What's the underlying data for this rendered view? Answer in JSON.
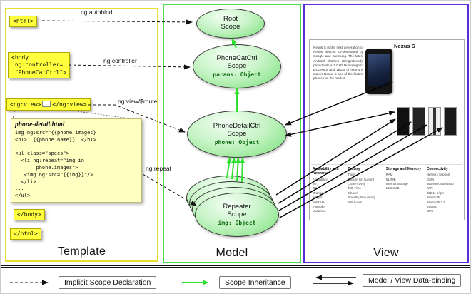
{
  "diagram": {
    "panels": {
      "template": "Template",
      "model": "Model",
      "view": "View"
    },
    "template": {
      "html_open": "<html>",
      "body_open": "<body\n ng:controller=\n \"PhoneCatCtrl\">",
      "ng_view_open": "<ng:view>",
      "ng_view_close": "</ng:view>",
      "code_title": "phone-detail.html",
      "code": "img ng:src=\"{{phone.images}\n<h1>  {{phone.name}}  </h1>\n...\n<ul class=\"specs\">\n  <li ng:repeat=\"img in\n       phone.images\">\n   <img ng:src=\"{{img}}\"/>\n  </li>\n...\n</ul>",
      "body_close": "</body>",
      "html_close": "</html>"
    },
    "arrow_labels": {
      "autobind": "ng:autobind",
      "controller": "ng:controller",
      "view_route": "ng:view/$route",
      "repeat": "ng:repeat"
    },
    "model": {
      "root_scope": {
        "name": "Root\nScope"
      },
      "phonecat_scope": {
        "name": "PhoneCatCtrl\nScope",
        "prop": "params: Object"
      },
      "phonedetail_scope": {
        "name": "PhoneDetailCtrl\nScope",
        "prop": "phone: Object"
      },
      "repeater_scope": {
        "name": "Repeater\nScope",
        "prop": "img: Object"
      }
    },
    "view": {
      "title": "Nexus S",
      "description": "Nexus S is the next generation of Nexus devices co-developed by Google and Samsung. The latest Android platform (Gingerbread), paired with a 1 GHz Hummingbird processor and 16GB of memory, makes Nexus S one of the fastest phones on the market.",
      "specs": [
        {
          "heading": "Availability and Networks",
          "lines": "Availability\nM7,\nO2,\nOrange,\nSingtel,\nStarHub,\nT-Mobile,\nVodafone"
        },
        {
          "heading": "Battery",
          "lines": "Type\nLithium Ion (Li-Ion) (1500 mAH)\nTalk Time\n6 hours\nStandby time (max)\n428 hours"
        },
        {
          "heading": "Storage and Memory",
          "lines": "RAM\n512MB\nInternal Storage\n16384MB"
        },
        {
          "heading": "Connectivity",
          "lines": "Network Support\nGSM 850/900/1800/1900\nWiFi\n802.11 b/g/n\nBluetooth\nBluetooth 2.1\nInfrared\nGPS"
        }
      ]
    },
    "legend": {
      "implicit": "Implicit Scope Declaration",
      "inheritance": "Scope Inheritance",
      "databinding": "Model / View Data-binding"
    },
    "colors": {
      "template_border": "#e6df2e",
      "model_border": "#4ddc4d",
      "view_border": "#5a2bd8",
      "tag_fill": "#ffff3d",
      "scope_fill": "#77e077",
      "inheritance_arrow": "#2ee02e"
    }
  }
}
